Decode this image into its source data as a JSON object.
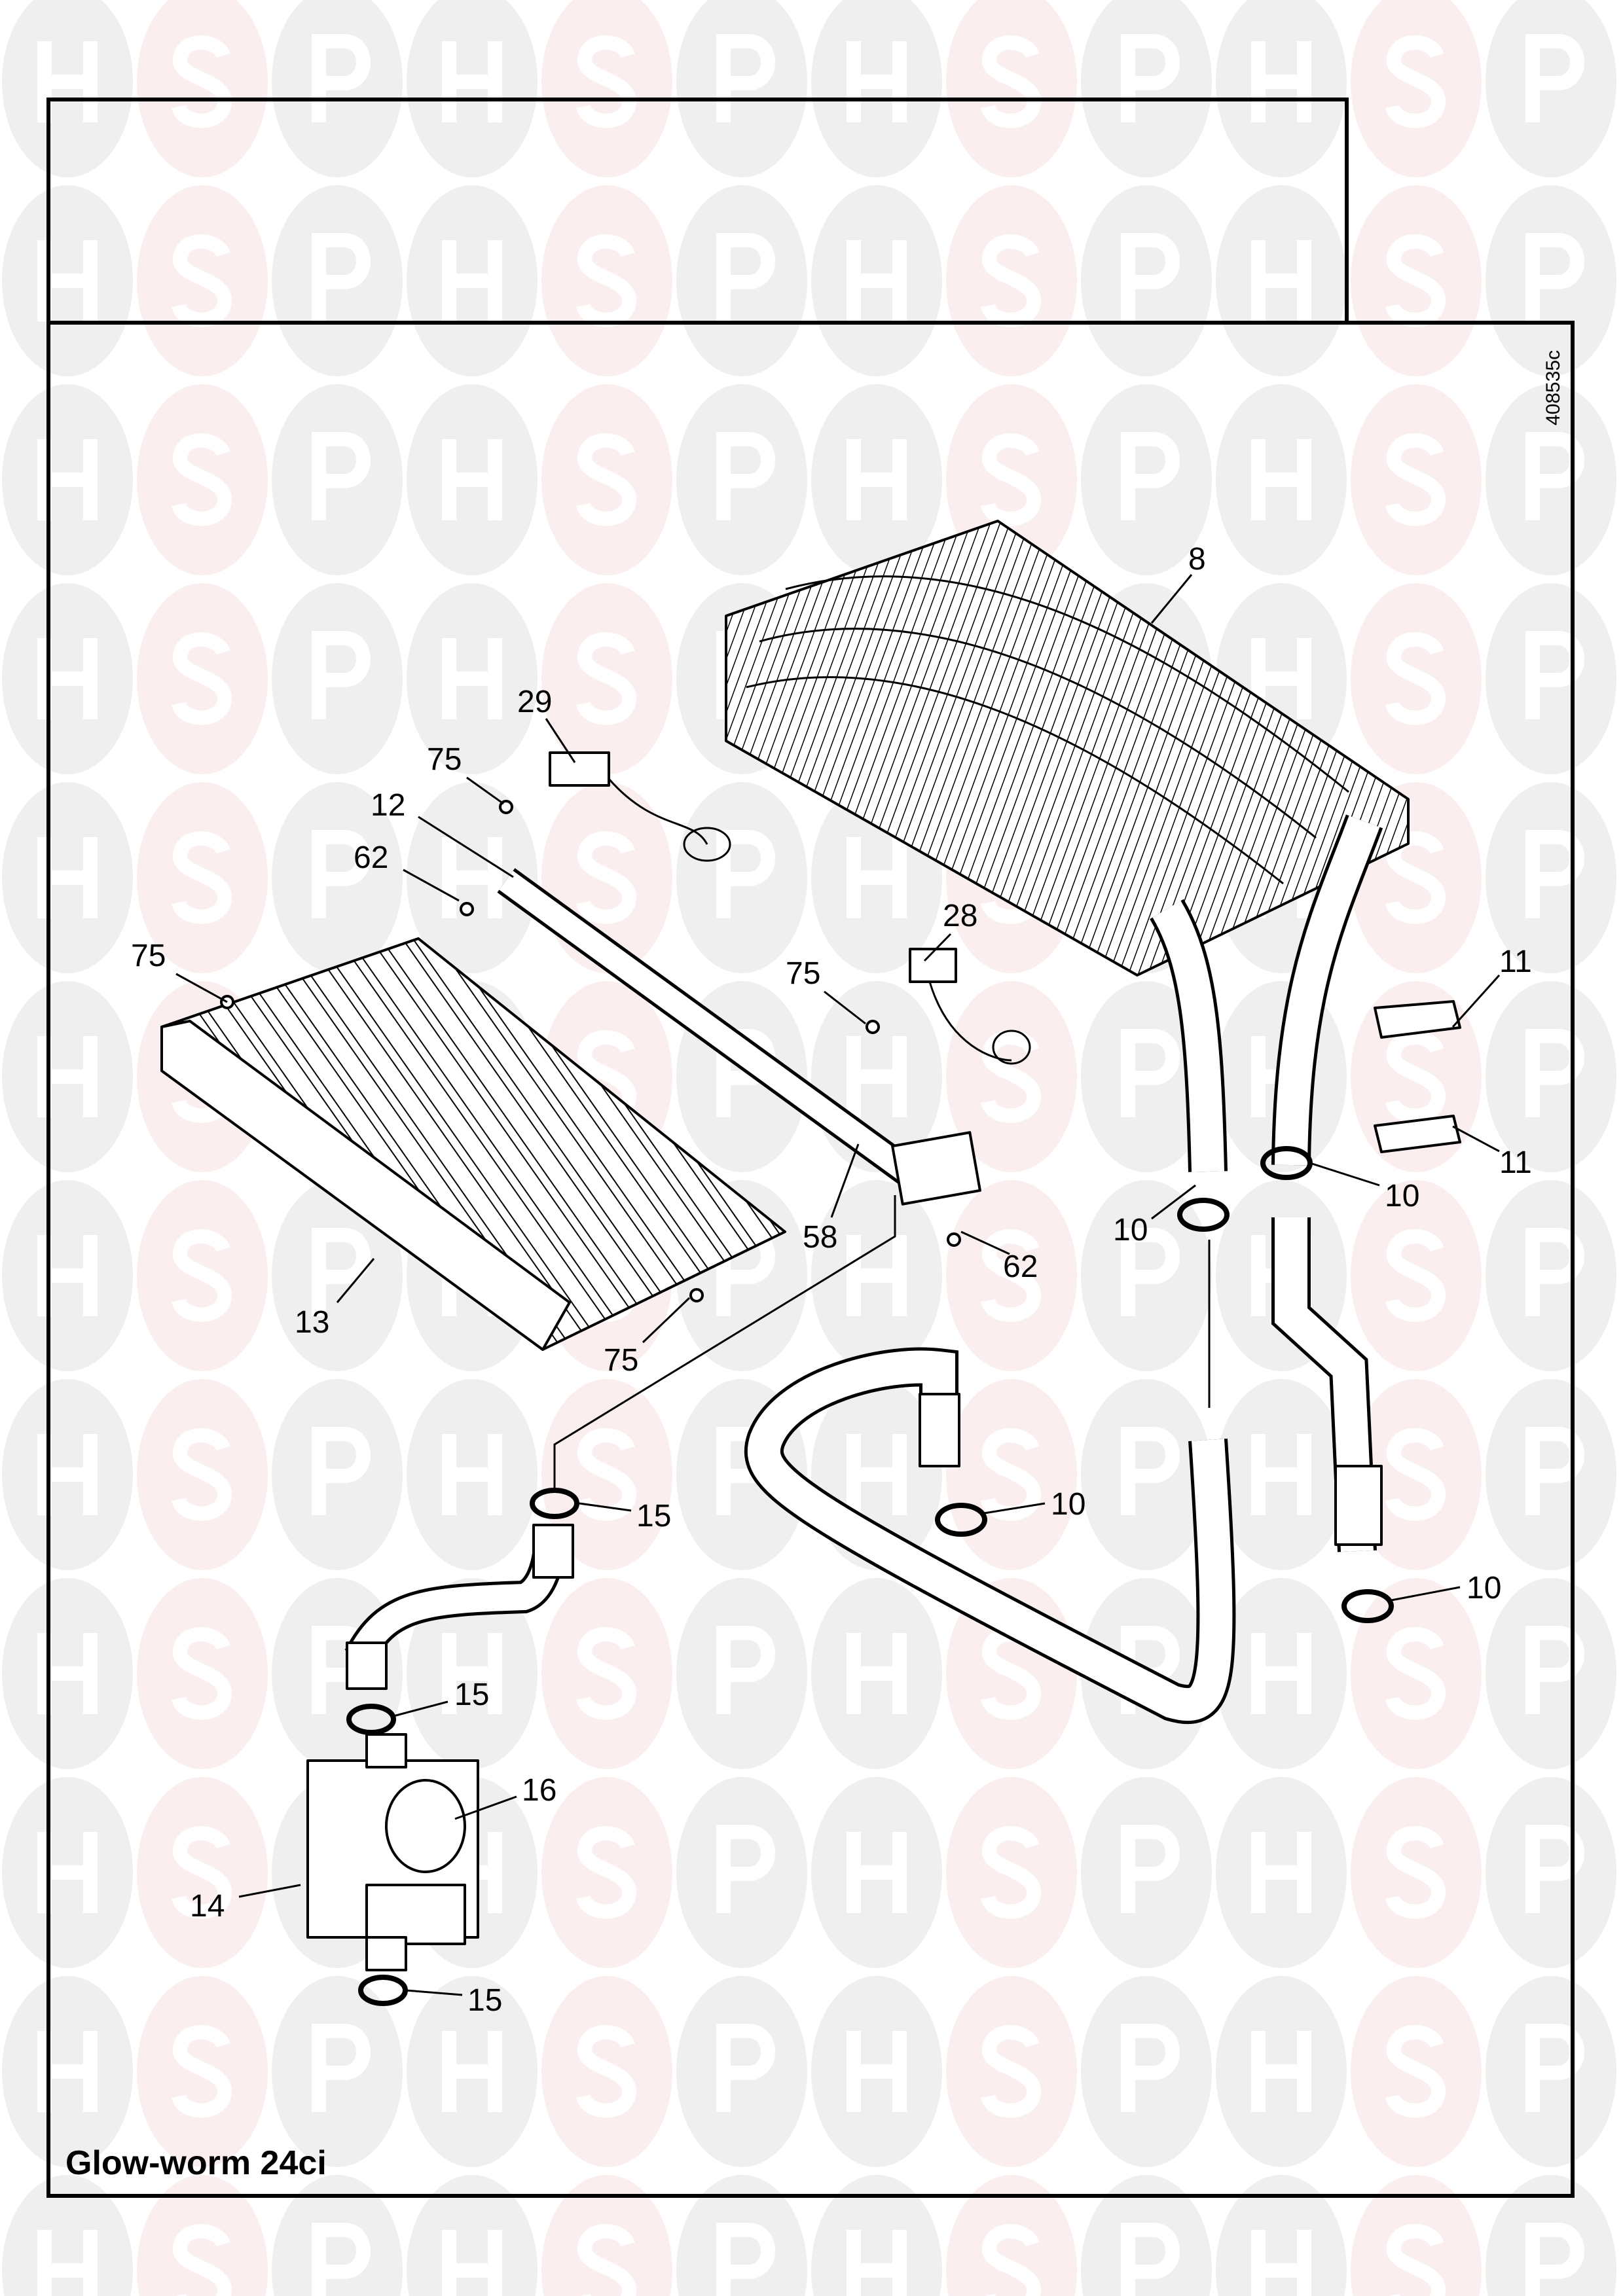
{
  "watermark": {
    "letters": [
      "H",
      "S",
      "P"
    ],
    "colors": {
      "grey": "#efefef",
      "pink": "#fbeeee",
      "letter": "#ffffff"
    }
  },
  "drawing_code": "408535c",
  "caption": "Glow-worm 24ci",
  "callouts": {
    "heat_exchanger": "8",
    "electrode_top": "29",
    "screw_a": "75",
    "burner_manifold": "12",
    "screw_62a": "62",
    "screw_b": "75",
    "electrode_right": "28",
    "screw_c": "75",
    "clip_a": "11",
    "clip_b": "11",
    "washer_a": "10",
    "washer_b": "10",
    "injector_bar": "58",
    "screw_62b": "62",
    "burner": "13",
    "screw_d": "75",
    "washer_15a": "15",
    "washer_c": "10",
    "washer_d": "10",
    "washer_15b": "15",
    "valve_coil": "16",
    "gas_valve": "14",
    "washer_15c": "15"
  }
}
